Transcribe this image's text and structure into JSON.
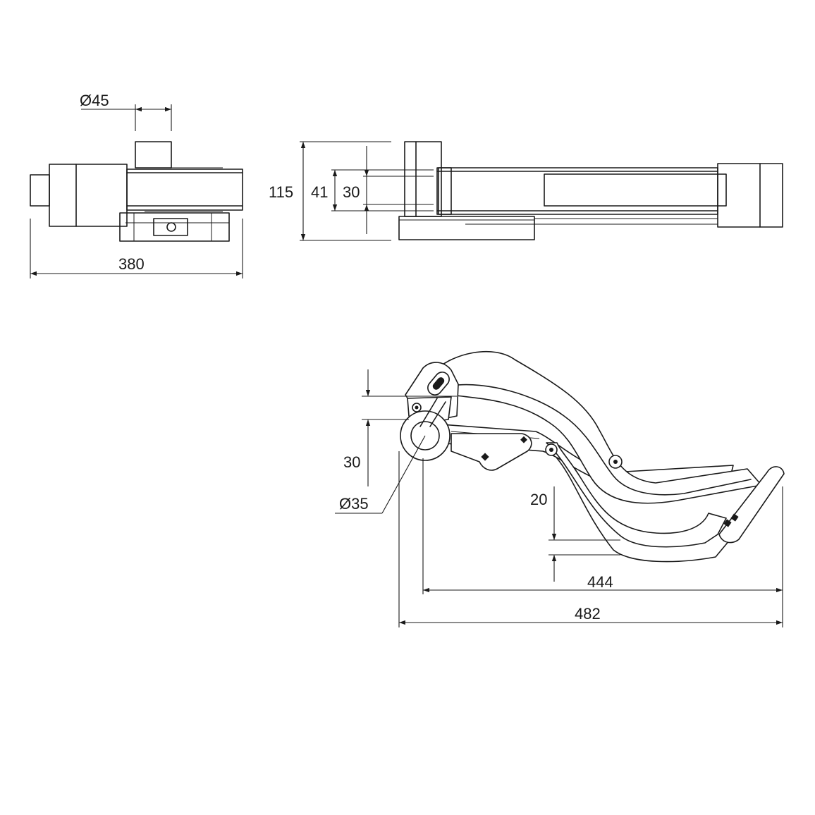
{
  "dimensions": {
    "top_left_bore": "Ø45",
    "top_left_width": "380",
    "top_right_total_height": "115",
    "top_right_mid_height": "41",
    "top_right_inner_height": "30",
    "bottom_top_offset": "30",
    "bottom_shaft_diameter": "Ø35",
    "bottom_foot_offset": "20",
    "bottom_inner_length": "444",
    "bottom_overall_length": "482"
  }
}
